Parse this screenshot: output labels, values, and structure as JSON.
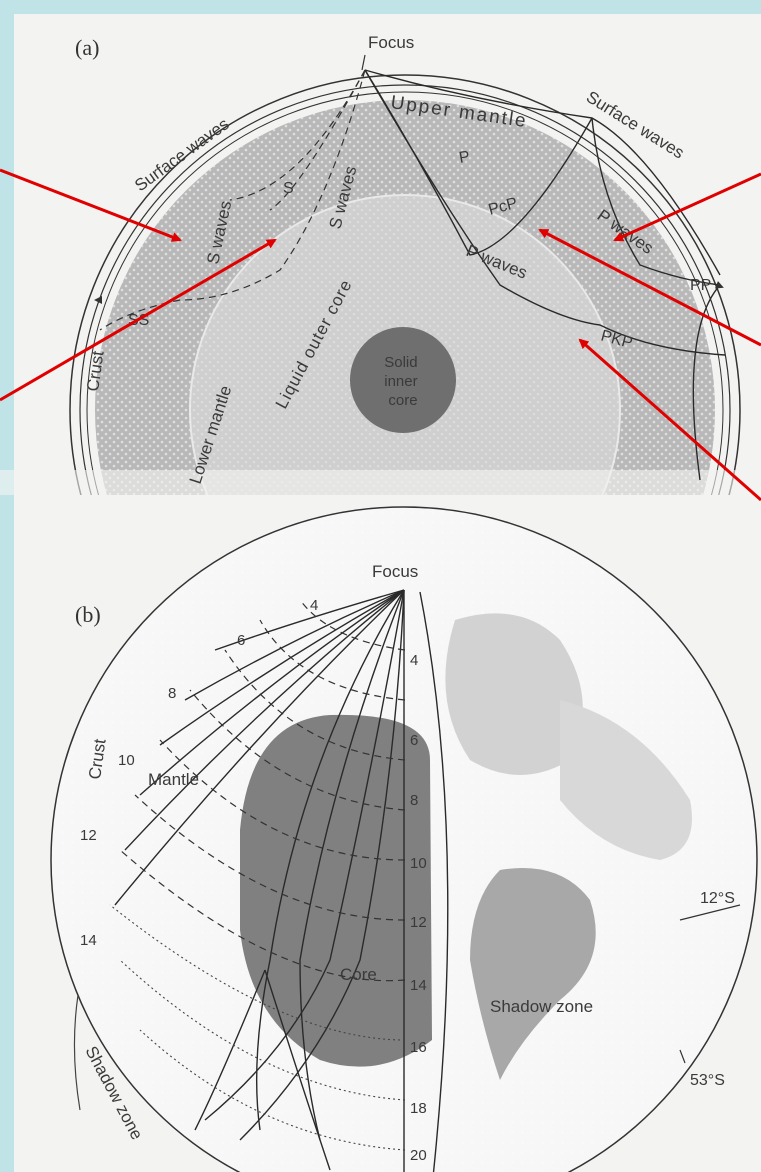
{
  "panel_a": {
    "letter": "(a)",
    "focus": "Focus",
    "upper_mantle": "Upper mantle",
    "surface_waves_left": "Surface waves",
    "surface_waves_right": "Surface waves",
    "s_ray": "S",
    "s_waves_1": "S waves",
    "s_waves_2": "S waves",
    "ss": "SS",
    "lower_mantle": "Lower mantle",
    "liquid_outer_core": "Liquid outer core",
    "p_ray": "P",
    "pcp": "PcP",
    "p_waves_1": "P waves",
    "p_waves_2": "P waves",
    "pp": "PP",
    "pkp": "PKP",
    "crust": "Crust",
    "solid_inner_core": [
      "Solid",
      "inner",
      "core"
    ]
  },
  "panel_b": {
    "letter": "(b)",
    "focus": "Focus",
    "crust": "Crust",
    "mantle": "Mantle",
    "core": "Core",
    "shadow_zone_left": "Shadow zone",
    "shadow_zone_right": "Shadow zone",
    "lat_12": "12°S",
    "lat_53": "53°S",
    "rim_numbers": [
      "4",
      "6",
      "8",
      "10",
      "12",
      "14"
    ],
    "axis_numbers": [
      "4",
      "6",
      "8",
      "10",
      "12",
      "14",
      "16",
      "18",
      "20"
    ]
  },
  "colors": {
    "background": "#bfe3e6",
    "arrow": "#e00000",
    "mantle_fill": "#b8b8b8",
    "outer_core_fill": "#cfcfcf",
    "inner_core_fill": "#6f6f6f",
    "core_b_fill": "#808080"
  }
}
